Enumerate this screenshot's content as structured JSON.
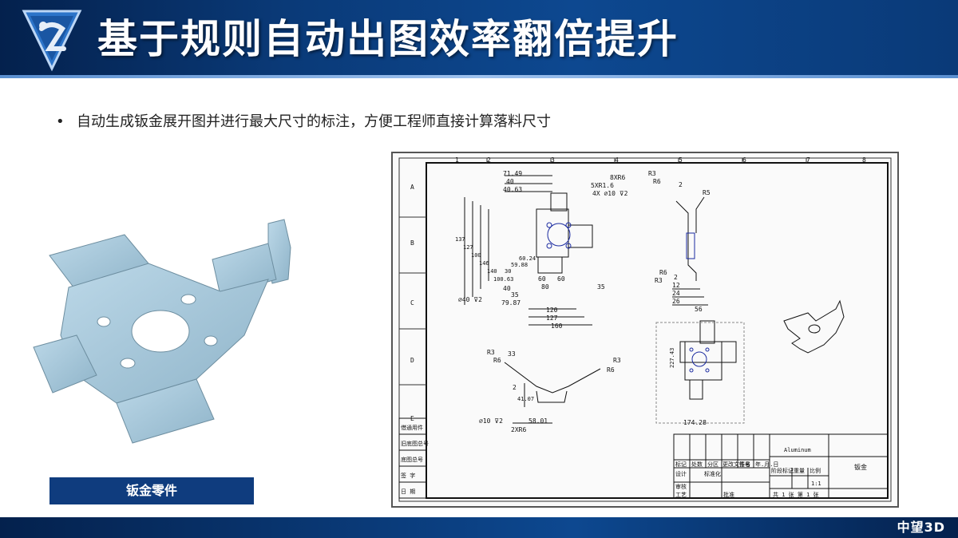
{
  "header": {
    "title": "基于规则自动出图效率翻倍提升",
    "logo_icon": "zw-cube-logo-icon"
  },
  "bullet": {
    "marker": "•",
    "text": "自动生成钣金展开图并进行最大尺寸的标注，方便工程师直接计算落料尺寸"
  },
  "part": {
    "caption": "钣金零件",
    "color": "#a9c9dc"
  },
  "drawing": {
    "col_numbers": [
      "1",
      "2",
      "3",
      "4",
      "5",
      "6",
      "7",
      "8"
    ],
    "row_letters": [
      "A",
      "B",
      "C",
      "D",
      "E"
    ],
    "dims_front": [
      "71.49",
      "40",
      "40.63",
      "8XR6",
      "5XR1.6",
      "4X ⌀10 ⊽2",
      "137",
      "127",
      "100",
      "146",
      "140",
      "100.63",
      "30",
      "59.88",
      "60.24",
      "⌀40 ⊽2",
      "40",
      "35",
      "79.87",
      "60",
      "60",
      "80",
      "35",
      "120",
      "127",
      "160"
    ],
    "dims_side": [
      "R3",
      "R6",
      "2",
      "R5",
      "R6",
      "R3",
      "2",
      "12",
      "24",
      "26",
      "56"
    ],
    "dims_bottom": [
      "R3",
      "R6",
      "33",
      "R3",
      "R6",
      "2",
      "41.07",
      "⌀10 ⊽2",
      "58.01",
      "2XR6"
    ],
    "dims_flat": [
      "227.43",
      "174.28"
    ],
    "title_block": {
      "material": "Aluminum",
      "name": "钣金",
      "scale_label": "比例",
      "weight_label": "重量",
      "sheet_text": "共 1 张 第 1 张",
      "left_labels": [
        "借通用件",
        "旧底图总号",
        "底图总号",
        "签 字",
        "日 期"
      ],
      "rev_labels": [
        "标记",
        "处数",
        "分区",
        "更改文件号",
        "签名",
        "年.月.日"
      ],
      "role_labels": [
        "设计",
        "标准化",
        "审核",
        "工艺",
        "批准"
      ],
      "stage_label": "阶段标记",
      "scale_value": "1:1"
    }
  },
  "footer": {
    "brand": "中望3D"
  }
}
